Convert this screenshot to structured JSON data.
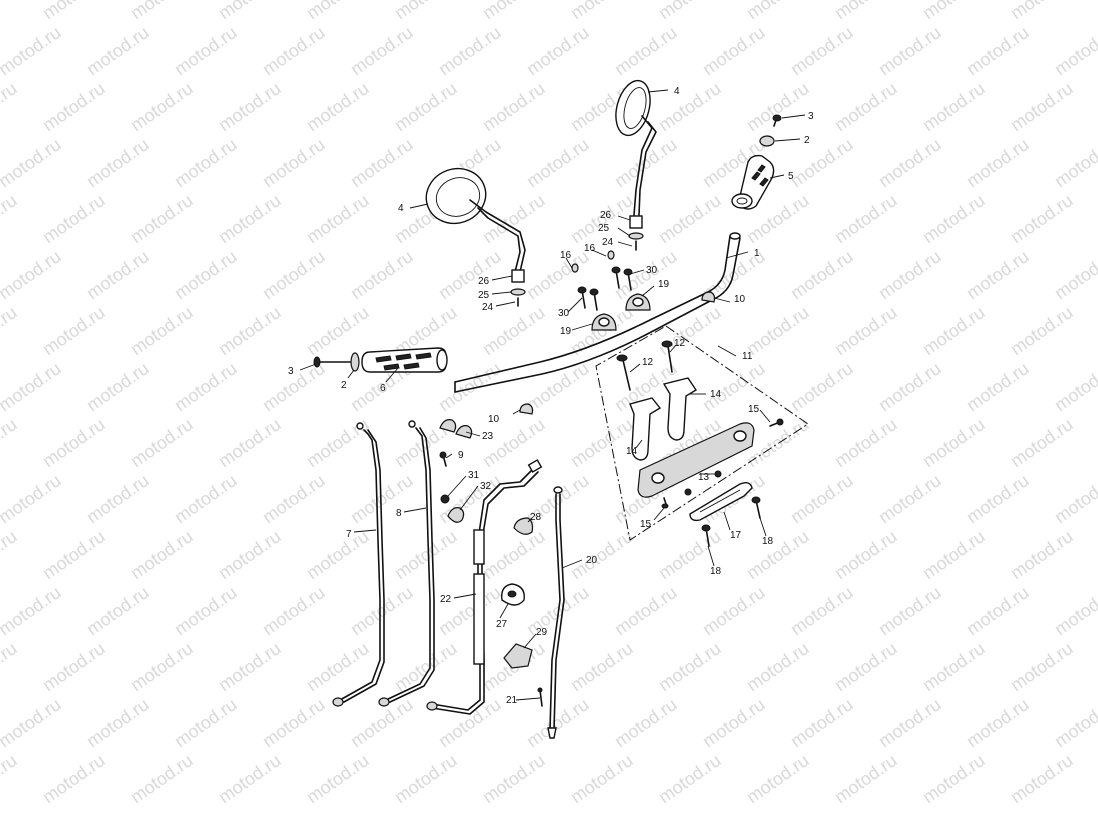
{
  "watermark": {
    "text": "motod.ru",
    "color": "#d9d9d9"
  },
  "callouts": {
    "c1": "1",
    "c2a": "2",
    "c2b": "2",
    "c3a": "3",
    "c3b": "3",
    "c4a": "4",
    "c4b": "4",
    "c5": "5",
    "c6": "6",
    "c7": "7",
    "c8": "8",
    "c9": "9",
    "c10a": "10",
    "c10b": "10",
    "c11": "11",
    "c12a": "12",
    "c12b": "12",
    "c13": "13",
    "c14a": "14",
    "c14b": "14",
    "c15a": "15",
    "c15b": "15",
    "c16a": "16",
    "c16b": "16",
    "c17": "17",
    "c18a": "18",
    "c18b": "18",
    "c19a": "19",
    "c19b": "19",
    "c20": "20",
    "c21": "21",
    "c22": "22",
    "c23": "23",
    "c24a": "24",
    "c24b": "24",
    "c25a": "25",
    "c25b": "25",
    "c26a": "26",
    "c26b": "26",
    "c27": "27",
    "c28": "28",
    "c29": "29",
    "c30a": "30",
    "c30b": "30",
    "c31": "31",
    "c32": "32"
  }
}
